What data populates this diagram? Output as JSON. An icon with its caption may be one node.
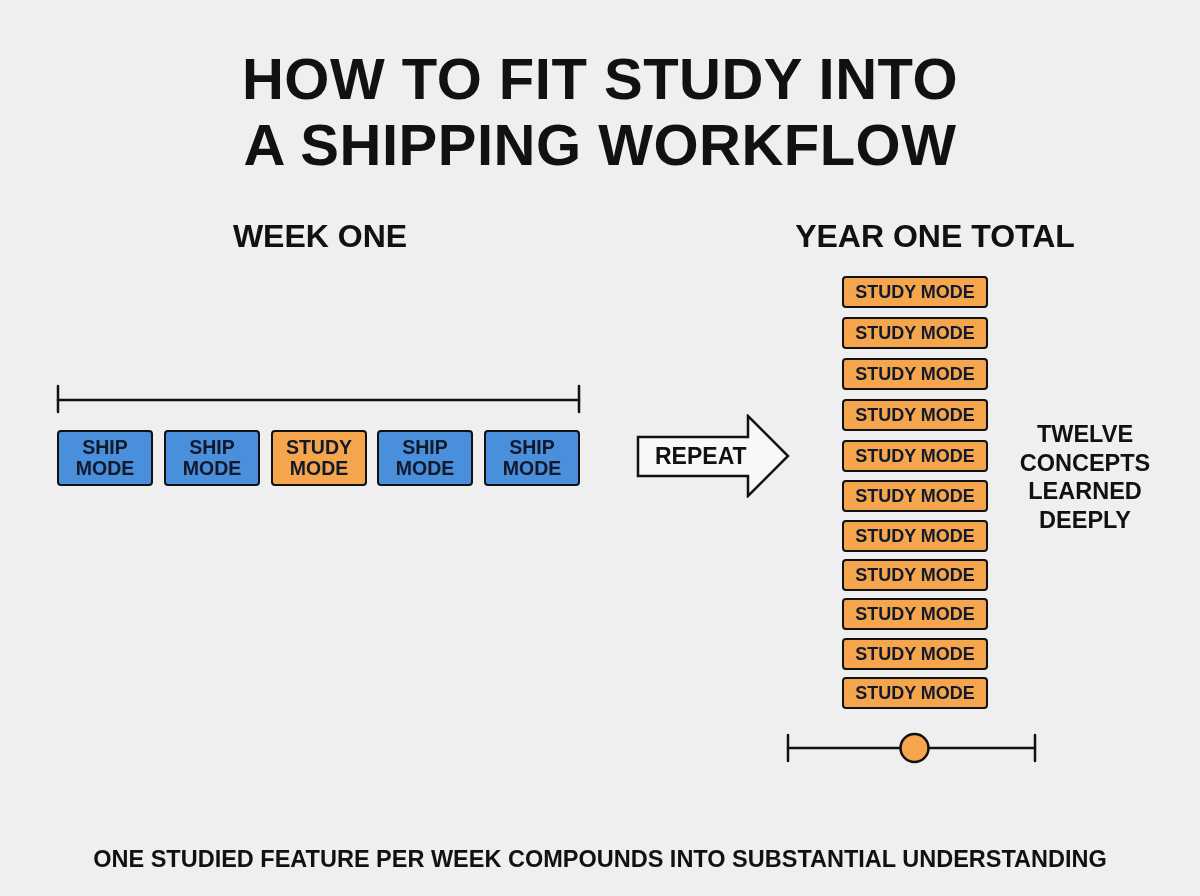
{
  "diagram": {
    "title": "HOW TO FIT STUDY INTO A SHIPPING WORKFLOW",
    "caption": "ONE STUDIED FEATURE PER WEEK COMPOUNDS INTO SUBSTANTIAL UNDERSTANDING",
    "nodes": [
      {
        "text": [
          "SHIP MODE"
        ]
      },
      {
        "text": [
          "SHIP MODE"
        ]
      },
      {
        "text": [
          "STUDY MODE"
        ]
      },
      {
        "text": [
          "SHIP MODE"
        ]
      },
      {
        "text": [
          "SHIP MODE"
        ]
      },
      {
        "text": [
          "REPEAT"
        ]
      },
      {
        "text": [
          "STUDY MODE"
        ]
      },
      {
        "text": [
          "STUDY MODE"
        ]
      },
      {
        "text": [
          "STUDY MODE"
        ]
      },
      {
        "text": [
          "STUDY MODE"
        ]
      },
      {
        "text": [
          "STUDY MODE"
        ]
      },
      {
        "text": [
          "STUDY MODE"
        ]
      },
      {
        "text": [
          "STUDY MODE"
        ]
      },
      {
        "text": [
          "STUDY MODE"
        ]
      },
      {
        "text": [
          "STUDY MODE"
        ]
      },
      {
        "text": [
          "STUDY MODE"
        ]
      },
      {
        "text": [
          "STUDY MODE"
        ]
      }
    ],
    "labels": [
      "WEEK ONE",
      "YEAR ONE TOTAL",
      "TWELVE CONCEPTS LEARNED DEEPLY"
    ]
  }
}
